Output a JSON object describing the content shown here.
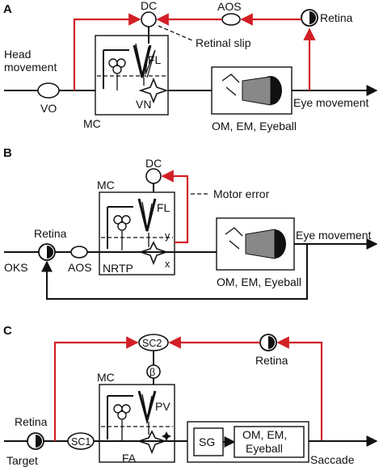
{
  "colors": {
    "signal_red": "#d21f26",
    "line_black": "#111111"
  },
  "panels": [
    {
      "letter": "A",
      "labels": {
        "dc": "DC",
        "aos": "AOS",
        "retina": "Retina",
        "input_line1": "Head",
        "input_line2": "movement",
        "vo": "VO",
        "fl": "FL",
        "vn": "VN",
        "mc": "MC",
        "slip": "Retinal slip",
        "plant": "OM, EM, Eyeball",
        "output": "Eye movement"
      }
    },
    {
      "letter": "B",
      "labels": {
        "mc": "MC",
        "dc": "DC",
        "motor_error": "Motor error",
        "fl": "FL",
        "y": "y",
        "x": "x",
        "retina": "Retina",
        "oks": "OKS",
        "aos": "AOS",
        "nrtp": "NRTP",
        "plant": "OM, EM, Eyeball",
        "output": "Eye movement"
      }
    },
    {
      "letter": "C",
      "labels": {
        "sc2": "SC2",
        "beta": "β",
        "retina_top": "Retina",
        "mc": "MC",
        "pv": "PV",
        "retina_left": "Retina",
        "sc1": "SC1",
        "target": "Target",
        "fa": "FA",
        "sg": "SG",
        "plant_line1": "OM, EM,",
        "plant_line2": "Eyeball",
        "output": "Saccade"
      }
    }
  ]
}
